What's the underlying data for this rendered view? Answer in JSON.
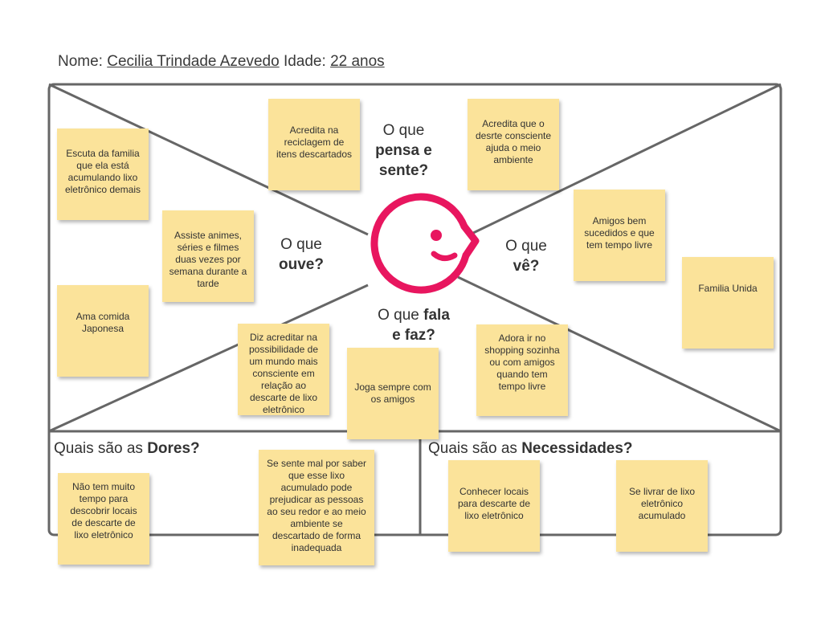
{
  "header": {
    "name_label": "Nome:",
    "name_value": "Cecilia Trindade Azevedo",
    "age_label": "Idade:",
    "age_value": "22 anos"
  },
  "quadrants": {
    "pensa": {
      "prefix": "O que",
      "bold": "pensa e sente?"
    },
    "ouve": {
      "prefix": "O que",
      "bold": "ouve?"
    },
    "ve": {
      "prefix": "O que",
      "bold": "vê?"
    },
    "fala": {
      "prefix": "O que",
      "bold": "fala",
      "suffix": "e faz?"
    }
  },
  "sections": {
    "dores": {
      "prefix": "Quais são as",
      "bold": "Dores?"
    },
    "necessidades": {
      "prefix": "Quais são as",
      "bold": "Necessidades?"
    }
  },
  "notes": [
    "Escuta da familia que ela está acumulando lixo eletrônico demais",
    "Acredita na reciclagem de itens descartados",
    "Acredita que o desrte consciente ajuda o meio ambiente",
    "Assiste animes, séries e filmes duas vezes por semana durante a tarde",
    "Amigos bem sucedidos e que tem tempo livre",
    "Familia Unida",
    "Ama comida Japonesa",
    "Diz acreditar na possibilidade de um mundo mais consciente em relação ao descarte de lixo eletrônico",
    "Adora ir no shopping sozinha ou com amigos quando tem tempo livre",
    "Joga sempre com os amigos",
    "Não tem muito tempo para descobrir locais de descarte de lixo eletrônico",
    "Se sente mal por saber que esse lixo acumulado pode prejudicar as pessoas ao seu redor e ao meio ambiente se descartado de forma inadequada",
    "Conhecer locais para descarte de lixo eletrônico",
    "Se livrar de lixo eletrônico acumulado"
  ],
  "colors": {
    "note": "#fbe39a",
    "accent": "#e8165f",
    "line": "#666666"
  }
}
